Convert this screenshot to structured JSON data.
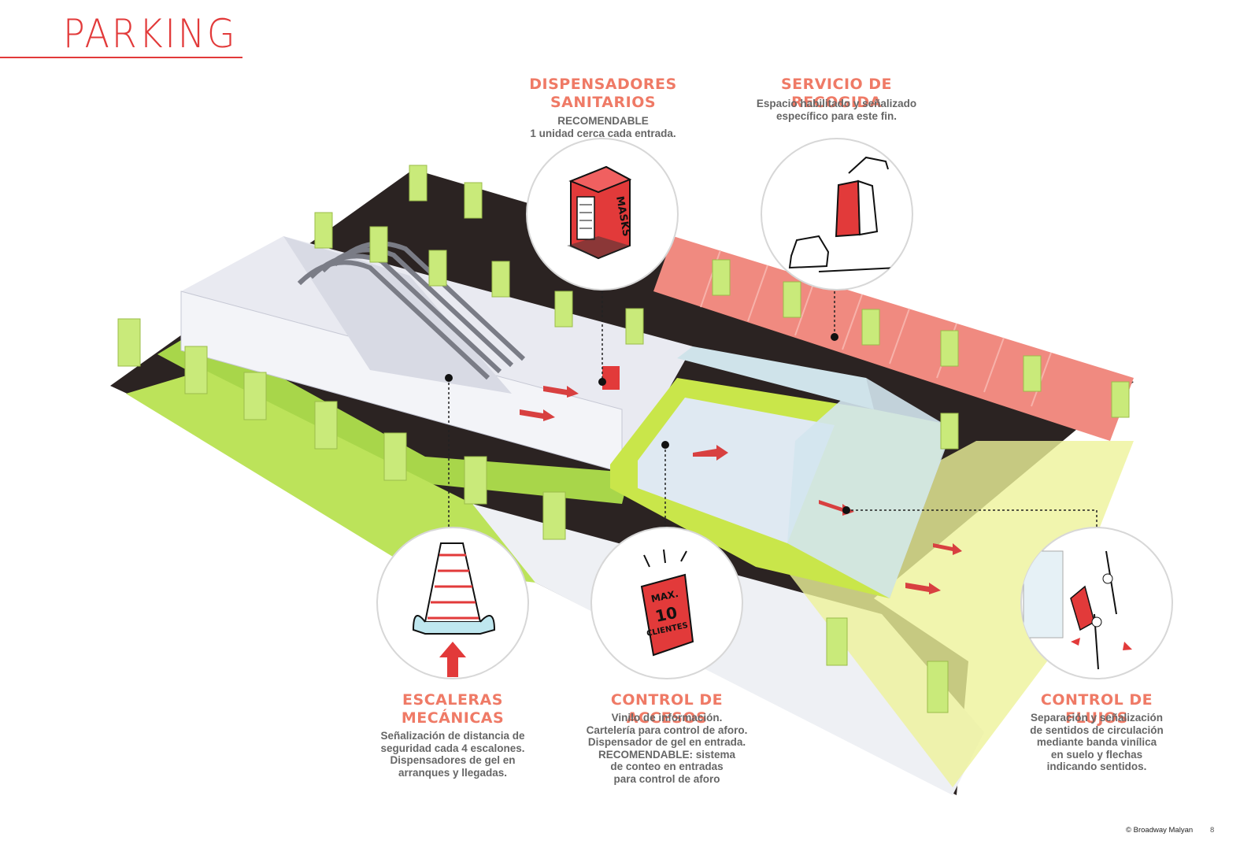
{
  "title": "PARKING",
  "colors": {
    "accent": "#e23a3a",
    "label": "#ef7a66",
    "green": "#b8e04a",
    "asphalt": "#2b2322",
    "pink": "#f08a80"
  },
  "callouts": {
    "dispensadores": {
      "title1": "DISPENSADORES",
      "title2": "SANITARIOS",
      "lines": [
        "RECOMENDABLE",
        "1 unidad cerca cada entrada."
      ],
      "sign_text": "MASKS"
    },
    "recogida": {
      "title1": "SERVICIO DE RECOGIDA",
      "lines": [
        "Espacio habilitado y señalizado",
        "específico para este fin."
      ]
    },
    "escaleras": {
      "title1": "ESCALERAS",
      "title2": "MECÁNICAS",
      "lines": [
        "Señalización de distancia de",
        "seguridad cada 4 escalones.",
        "Dispensadores de gel en",
        "arranques y llegadas."
      ]
    },
    "accesos": {
      "title1": "CONTROL DE ACCESOS",
      "lines": [
        "Vinilo de información.",
        "Cartelería para control de aforo.",
        "Dispensador de gel en entrada.",
        "RECOMENDABLE: sistema",
        "de conteo en entradas",
        "para control de aforo"
      ],
      "sign_line1": "MAX.",
      "sign_line2": "10",
      "sign_line3": "CLIENTES"
    },
    "flujos": {
      "title1": "CONTROL DE FLUJOS",
      "lines": [
        "Separación y señalización",
        "de sentidos de circulación",
        "mediante banda vinílica",
        "en suelo y flechas",
        "indicando sentidos."
      ]
    }
  },
  "footer": {
    "copyright": "© Broadway Malyan",
    "page": "8"
  }
}
